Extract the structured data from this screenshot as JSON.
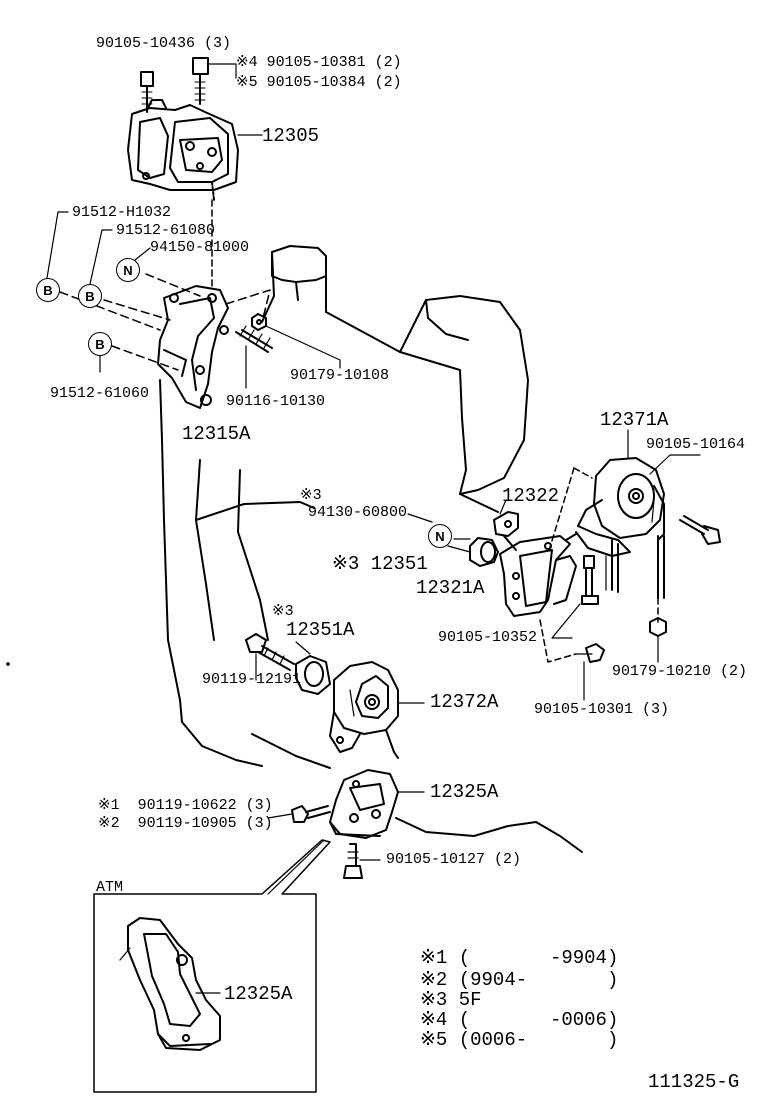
{
  "diagram": {
    "parts": {
      "p_90105_10436": "90105-10436 (3)",
      "p_90105_10381": "※4 90105-10381 (2)",
      "p_90105_10384": "※5 90105-10384 (2)",
      "p_12305": "12305",
      "p_91512_H1032": "91512-H1032",
      "p_91512_61080": "91512-61080",
      "p_94150_81000": "94150-81000",
      "p_90179_10108": "90179-10108",
      "p_91512_61060": "91512-61060",
      "p_90116_10130": "90116-10130",
      "p_12315A": "12315A",
      "p_12371A": "12371A",
      "p_90105_10164": "90105-10164",
      "p_note3_top": "※3",
      "p_94130_60800": "94130-60800",
      "p_12322": "12322",
      "p_12351": "※3 12351",
      "p_12321A": "12321A",
      "p_note3_mid": "※3",
      "p_12351A": "12351A",
      "p_90105_10352": "90105-10352",
      "p_90179_10210": "90179-10210 (2)",
      "p_90119_12191": "90119-12191",
      "p_12372A": "12372A",
      "p_90105_10301": "90105-10301 (3)",
      "p_12325A": "12325A",
      "p_90119_10622": "※1  90119-10622 (3)",
      "p_90119_10905": "※2  90119-10905 (3)",
      "p_90105_10127": "90105-10127 (2)",
      "p_atm": "ATM",
      "p_12325A_atm": "12325A"
    },
    "markers": {
      "b1": "B",
      "b2": "B",
      "b3": "B",
      "n1": "N",
      "n2": "N"
    },
    "notes": [
      "※1 (       -9904)",
      "※2 (9904-       )",
      "※3 5F",
      "※4 (       -0006)",
      "※5 (0006-       )"
    ],
    "figure_code": "111325-G"
  }
}
